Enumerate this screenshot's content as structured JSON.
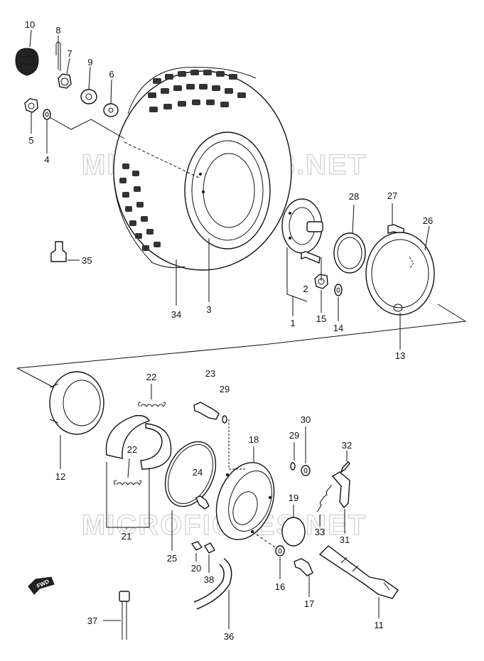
{
  "watermark": "MICROFICHES.NET",
  "fwd_label": "FWD",
  "callouts": {
    "p1": "1",
    "p2": "2",
    "p3": "3",
    "p4": "4",
    "p5": "5",
    "p6": "6",
    "p7": "7",
    "p8": "8",
    "p9": "9",
    "p10": "10",
    "p11": "11",
    "p12": "12",
    "p13": "13",
    "p14": "14",
    "p15": "15",
    "p16": "16",
    "p17": "17",
    "p18": "18",
    "p19": "19",
    "p20": "20",
    "p21": "21",
    "p22a": "22",
    "p22b": "22",
    "p23": "23",
    "p24": "24",
    "p25": "25",
    "p26": "26",
    "p27": "27",
    "p28": "28",
    "p29a": "29",
    "p29b": "29",
    "p30": "30",
    "p31": "31",
    "p32": "32",
    "p33": "33",
    "p34": "34",
    "p35": "35",
    "p36": "36",
    "p37": "37",
    "p38": "38"
  }
}
